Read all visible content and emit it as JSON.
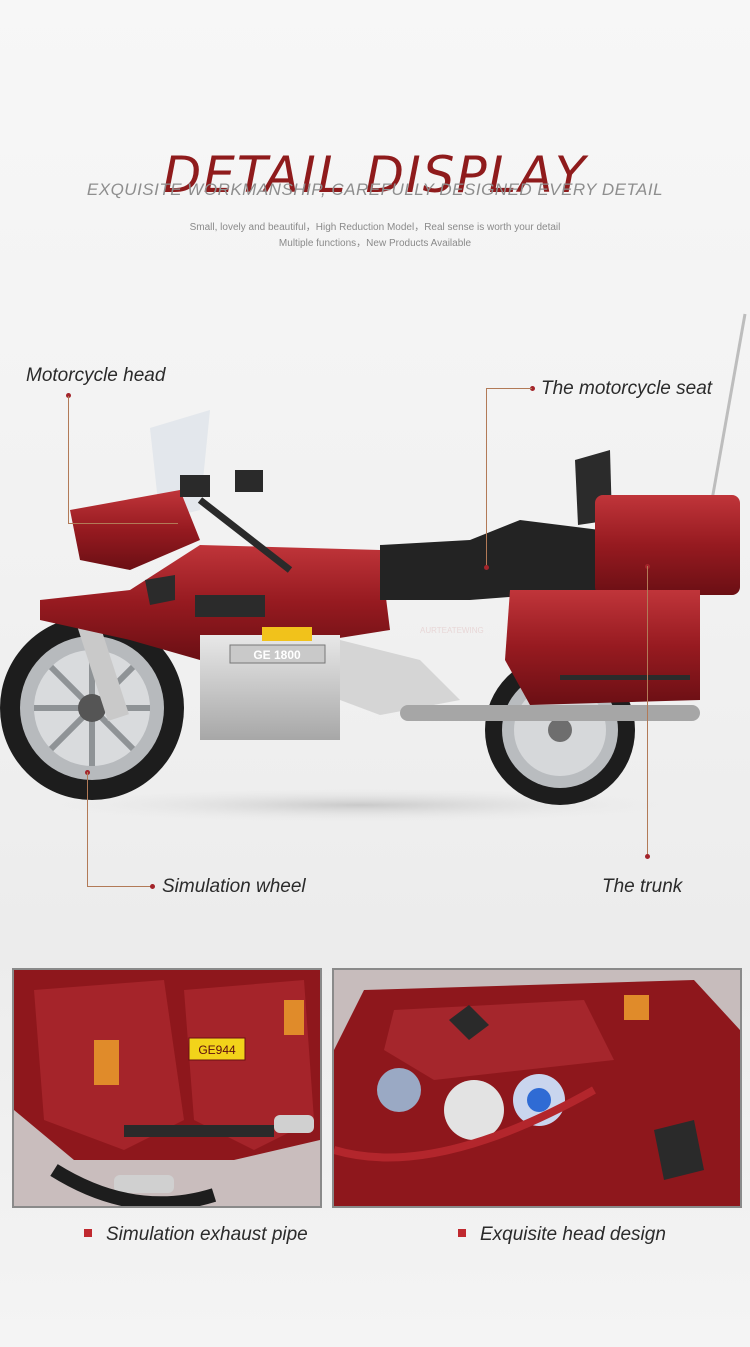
{
  "header": {
    "title": "DETAIL DISPLAY",
    "subtitle": "EXQUISITE WORKMANSHIP, CAREFULLY DESIGNED EVERY DETAIL",
    "desc_line1": "Small, lovely and beautiful，High Reduction Model，Real sense is worth your detail",
    "desc_line2": "Multiple functions，New Products Available"
  },
  "callouts": {
    "head": "Motorcycle head",
    "seat": "The motorcycle seat",
    "wheel": "Simulation wheel",
    "trunk": "The trunk"
  },
  "model_labels": {
    "engine_plate": "GE 1800",
    "fairing_text": "AURTEATEWING",
    "license_plate": "GE944"
  },
  "details": [
    {
      "caption": "Simulation exhaust pipe"
    },
    {
      "caption": "Exquisite head design"
    }
  ],
  "colors": {
    "accent": "#8f1b1c",
    "bike_red": "#9b1d22",
    "bullet": "#c0292f",
    "leader": "#b27a57"
  }
}
